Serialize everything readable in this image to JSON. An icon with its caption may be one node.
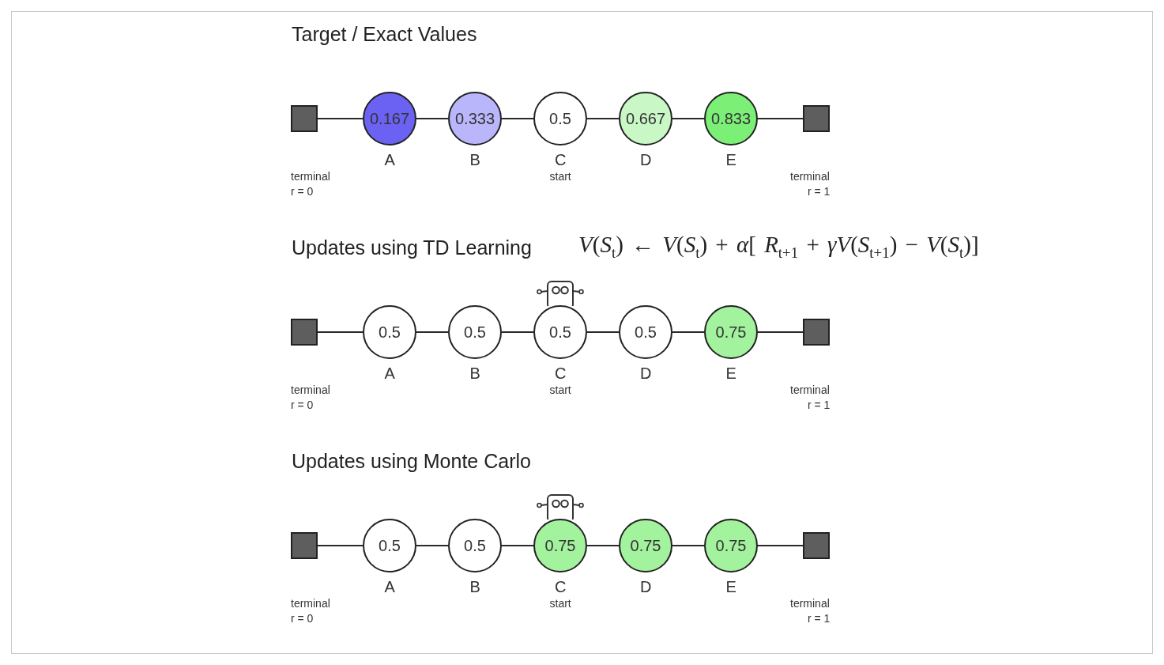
{
  "diagram": {
    "nodes": [
      {
        "text": [],
        "shape": "box",
        "beside": [
          "terminal",
          "r = 0"
        ]
      },
      {
        "text": [
          "0.167"
        ],
        "beside": [
          "A"
        ]
      },
      {
        "text": [
          "0.333"
        ],
        "beside": [
          "B"
        ]
      },
      {
        "text": [
          "0.5"
        ],
        "beside": [
          "C",
          "start"
        ]
      },
      {
        "text": [
          "0.667"
        ],
        "beside": [
          "D"
        ]
      },
      {
        "text": [
          "0.833"
        ],
        "beside": [
          "E"
        ]
      },
      {
        "text": [],
        "shape": "box",
        "beside": [
          "terminal",
          "r = 1"
        ]
      },
      {
        "text": [],
        "shape": "box",
        "beside": [
          "terminal",
          "r = 0"
        ]
      },
      {
        "text": [
          "0.5"
        ],
        "beside": [
          "A"
        ]
      },
      {
        "text": [
          "0.5"
        ],
        "beside": [
          "B"
        ]
      },
      {
        "text": [
          "0.5"
        ],
        "beside": [
          "C",
          "start"
        ]
      },
      {
        "text": [
          "0.5"
        ],
        "beside": [
          "D"
        ]
      },
      {
        "text": [
          "0.75"
        ],
        "beside": [
          "E"
        ]
      },
      {
        "text": [],
        "shape": "box",
        "beside": [
          "terminal",
          "r = 1"
        ]
      },
      {
        "text": [],
        "shape": "box",
        "beside": [
          "terminal",
          "r = 0"
        ]
      },
      {
        "text": [
          "0.5"
        ],
        "beside": [
          "A"
        ]
      },
      {
        "text": [
          "0.5"
        ],
        "beside": [
          "B"
        ]
      },
      {
        "text": [
          "0.75"
        ],
        "beside": [
          "C",
          "start"
        ]
      },
      {
        "text": [
          "0.75"
        ],
        "beside": [
          "D"
        ]
      },
      {
        "text": [
          "0.75"
        ],
        "beside": [
          "E"
        ]
      },
      {
        "text": [],
        "shape": "box",
        "beside": [
          "terminal",
          "r = 1"
        ]
      }
    ],
    "edges": [
      {
        "from": 0,
        "to": 1,
        "arrow": "none"
      },
      {
        "from": 1,
        "to": 2,
        "arrow": "none"
      },
      {
        "from": 2,
        "to": 3,
        "arrow": "none"
      },
      {
        "from": 3,
        "to": 4,
        "arrow": "none"
      },
      {
        "from": 4,
        "to": 5,
        "arrow": "none"
      },
      {
        "from": 5,
        "to": 6,
        "arrow": "none"
      },
      {
        "from": 7,
        "to": 8,
        "arrow": "none"
      },
      {
        "from": 8,
        "to": 9,
        "arrow": "none"
      },
      {
        "from": 9,
        "to": 10,
        "arrow": "none"
      },
      {
        "from": 10,
        "to": 11,
        "arrow": "none"
      },
      {
        "from": 11,
        "to": 12,
        "arrow": "none"
      },
      {
        "from": 12,
        "to": 13,
        "arrow": "none"
      },
      {
        "from": 14,
        "to": 15,
        "arrow": "none"
      },
      {
        "from": 15,
        "to": 16,
        "arrow": "none"
      },
      {
        "from": 16,
        "to": 17,
        "arrow": "none"
      },
      {
        "from": 17,
        "to": 18,
        "arrow": "none"
      },
      {
        "from": 18,
        "to": 19,
        "arrow": "none"
      },
      {
        "from": 19,
        "to": 20,
        "arrow": "none"
      }
    ],
    "labels": [
      "Target / Exact Values",
      "Updates using TD Learning",
      "*V*(*S*$_{t}$) ← *V*(*S*$_{t}$) + *α*[ *R*$_{t+1}$ + *γV*(*S*$_{t+1}$) − *V*(*S*$_{t}$)]",
      "Updates using Monte Carlo"
    ]
  }
}
